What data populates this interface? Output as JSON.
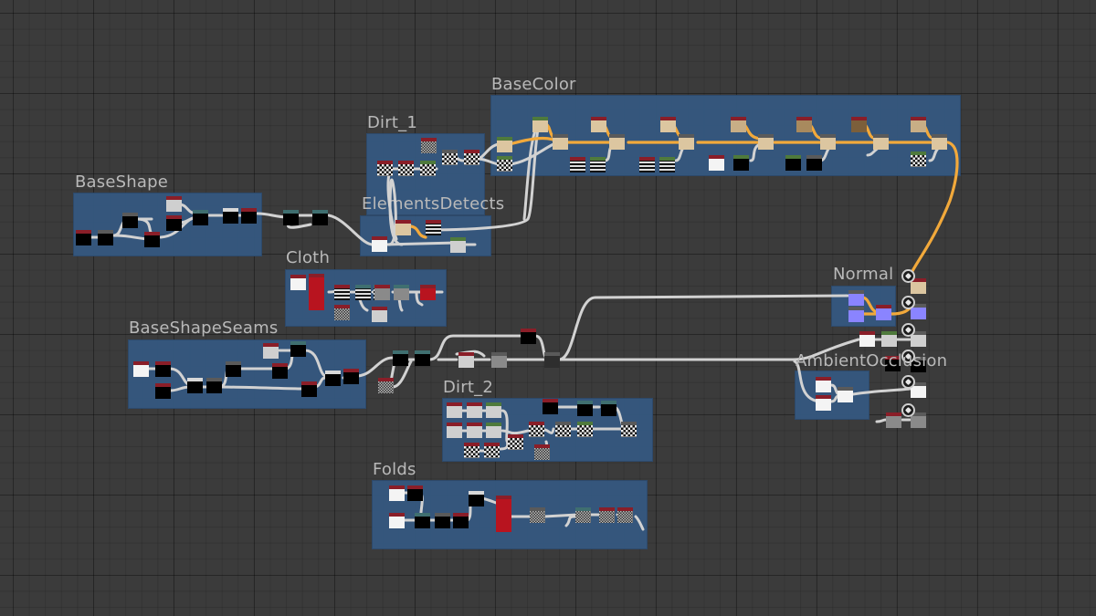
{
  "app": {
    "view": "graph-editor"
  },
  "colors": {
    "background": "#3b3b3b",
    "frame": "#35587f",
    "frame_label": "#b9b9b9",
    "wire": "#d2d2d2",
    "wire_active": "#f2a93b",
    "node_header_red": "#8a1e28",
    "node_header_green": "#4f7a3c",
    "normal_node": "#8a84ff"
  },
  "frames": [
    {
      "id": "basecolor",
      "label": "BaseColor"
    },
    {
      "id": "dirt1",
      "label": "Dirt_1"
    },
    {
      "id": "baseshape",
      "label": "BaseShape"
    },
    {
      "id": "elementsdetects",
      "label": "ElementsDetects"
    },
    {
      "id": "cloth",
      "label": "Cloth"
    },
    {
      "id": "normal",
      "label": "Normal"
    },
    {
      "id": "baseshapeseams",
      "label": "BaseShapeSeams"
    },
    {
      "id": "ambientocclusion",
      "label": "AmbientOcclusion"
    },
    {
      "id": "dirt2",
      "label": "Dirt_2"
    },
    {
      "id": "folds",
      "label": "Folds"
    }
  ],
  "outputs": [
    {
      "name": "basecolor-output",
      "icon": "output-icon"
    },
    {
      "name": "normal-output",
      "icon": "output-icon"
    },
    {
      "name": "roughness-output",
      "icon": "output-icon"
    },
    {
      "name": "metallic-output",
      "icon": "output-icon"
    },
    {
      "name": "ambientocclusion-output",
      "icon": "output-icon"
    },
    {
      "name": "height-output",
      "icon": "output-icon"
    }
  ]
}
